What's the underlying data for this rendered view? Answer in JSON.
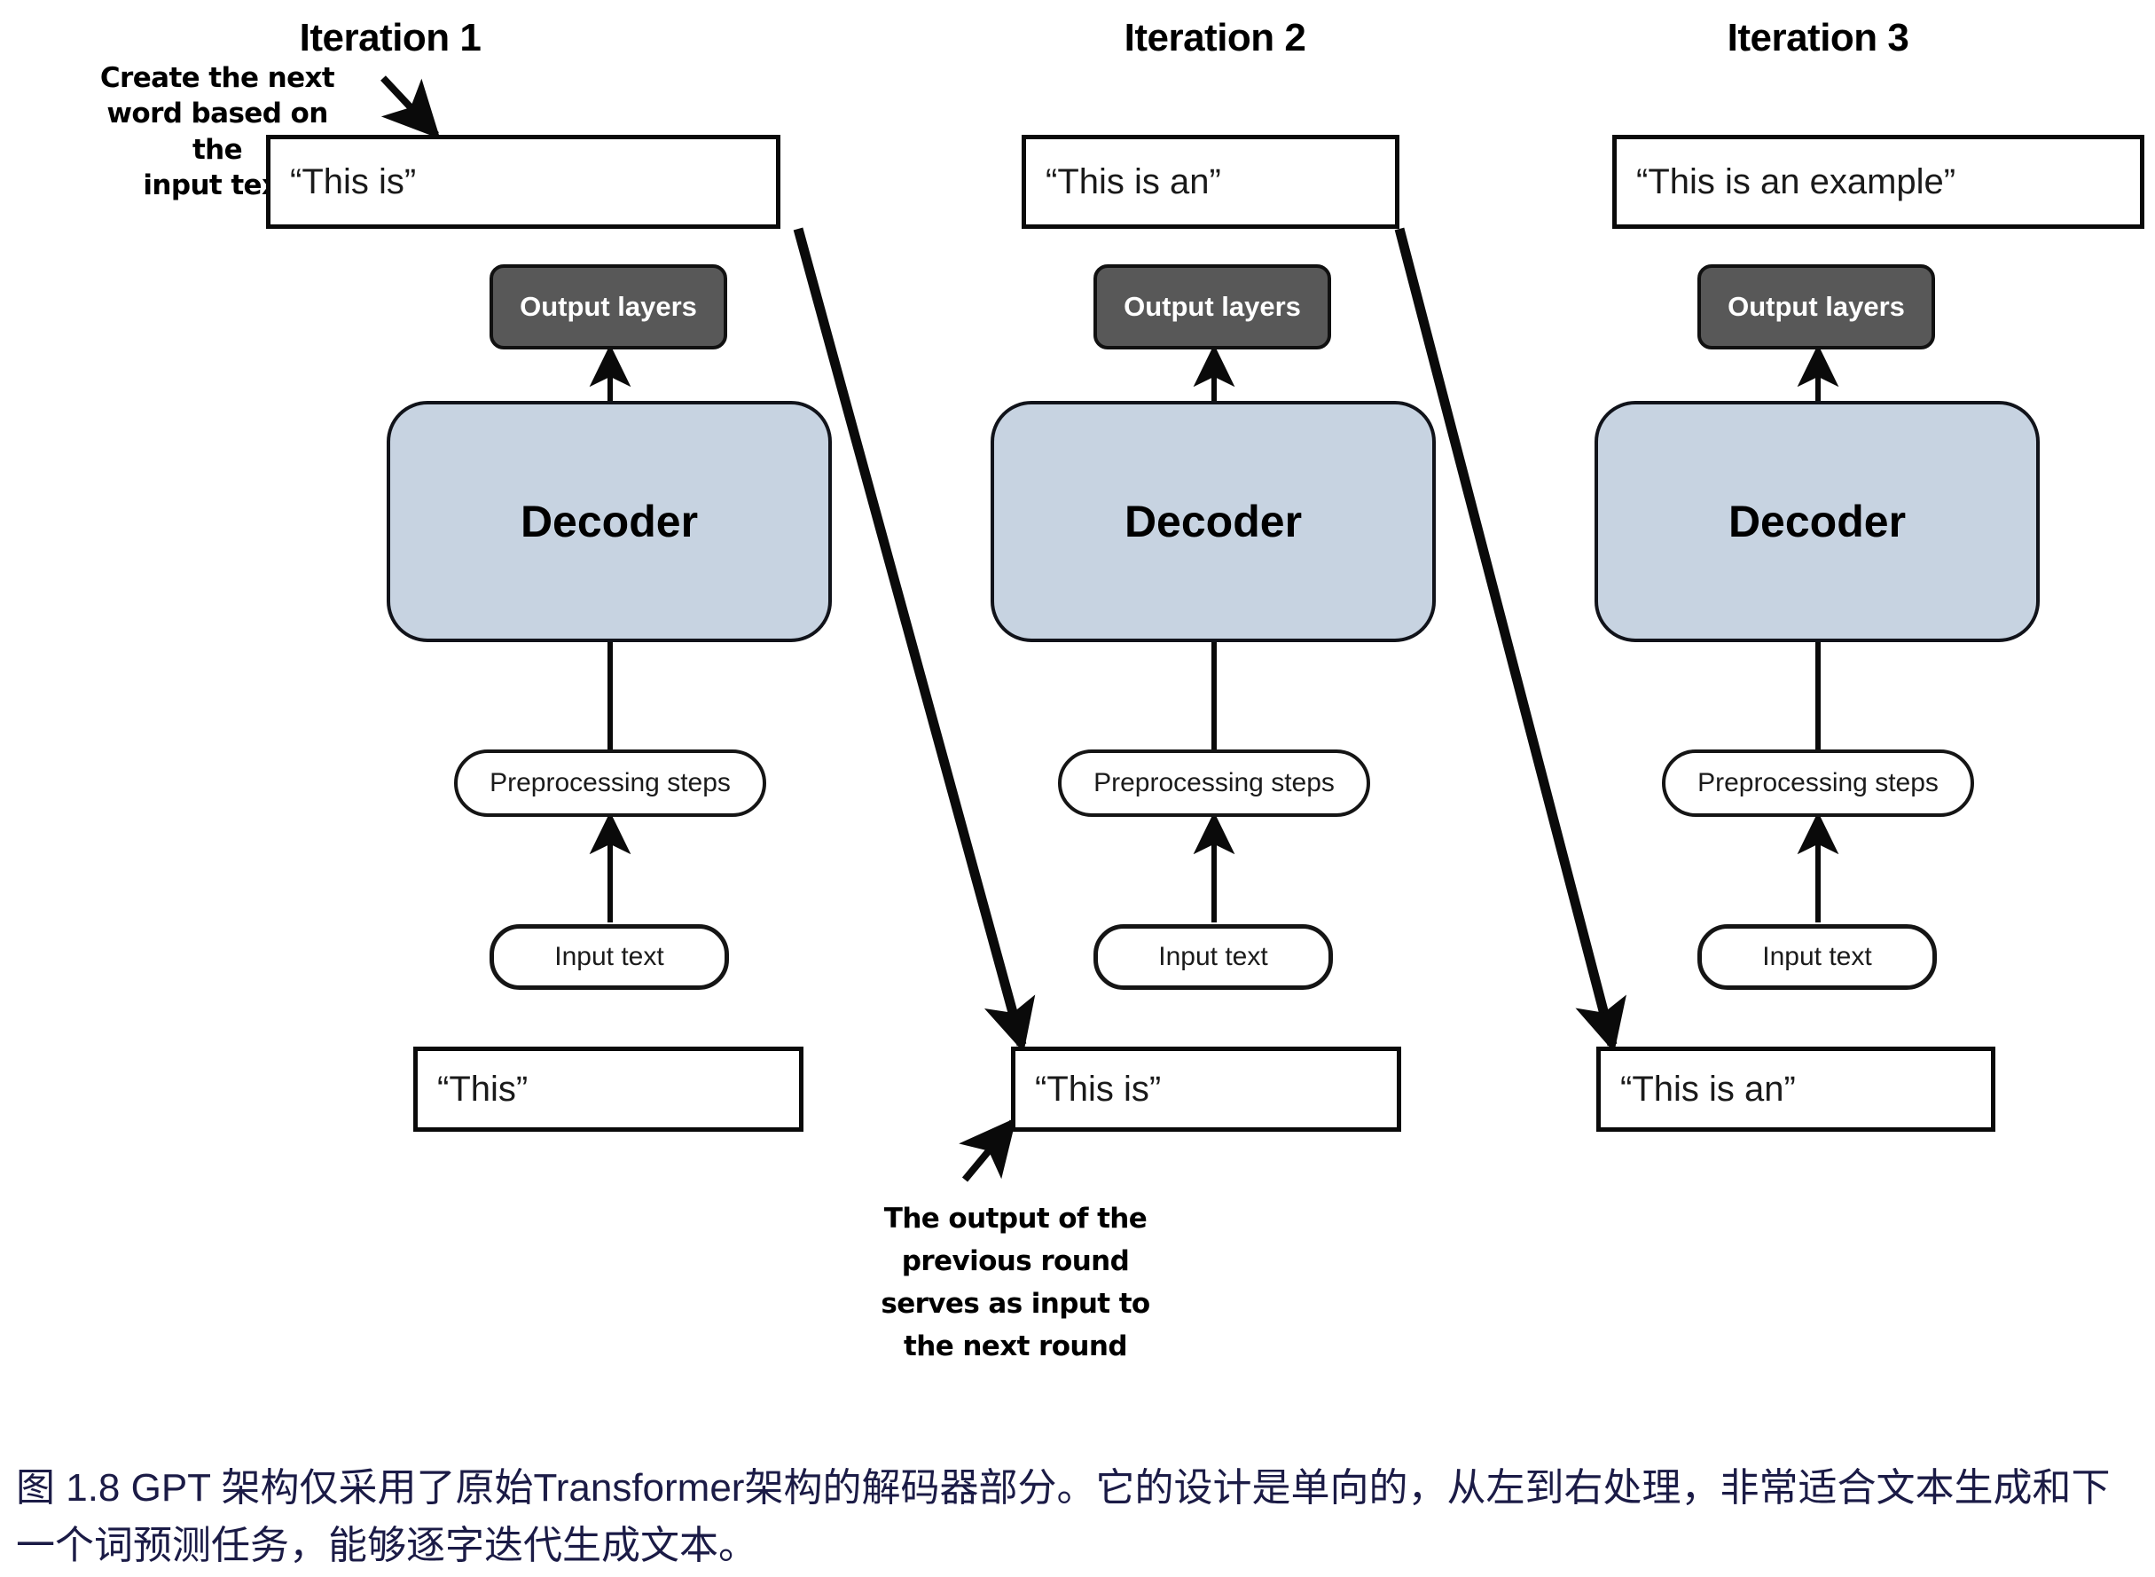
{
  "figure": {
    "columns": [
      {
        "title": "Iteration 1",
        "output_text": "“This is”",
        "output_layers_label": "Output layers",
        "decoder_label": "Decoder",
        "preprocessing_label": "Preprocessing steps",
        "input_label": "Input text",
        "input_text": "“This”"
      },
      {
        "title": "Iteration 2",
        "output_text": "“This is an”",
        "output_layers_label": "Output layers",
        "decoder_label": "Decoder",
        "preprocessing_label": "Preprocessing steps",
        "input_label": "Input text",
        "input_text": "“This is”"
      },
      {
        "title": "Iteration 3",
        "output_text": "“This is an example”",
        "output_layers_label": "Output layers",
        "decoder_label": "Decoder",
        "preprocessing_label": "Preprocessing steps",
        "input_label": "Input text",
        "input_text": "“This is an”"
      }
    ],
    "annotations": {
      "top_left": "Create the next\nword based on the\ninput text",
      "bottom_center": "The output of the\nprevious round\nserves as input to\nthe next round"
    },
    "caption": "图 1.8  GPT 架构仅采用了原始Transformer架构的解码器部分。它的设计是单向的，从左到右处理，非常适合文本生成和下一个词预测任务，能够逐字迭代生成文本。",
    "colors": {
      "decoder_fill": "#c7d3e1",
      "output_layers_fill": "#585858",
      "caption_color": "#1b1b46",
      "stroke": "#0a0a0a"
    }
  }
}
